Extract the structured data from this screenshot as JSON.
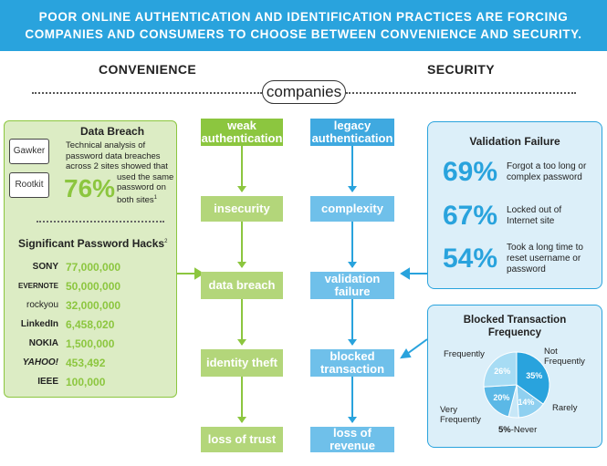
{
  "banner": {
    "line1": "POOR ONLINE AUTHENTICATION AND IDENTIFICATION PRACTICES ARE FORCING",
    "line2": "COMPANIES AND CONSUMERS TO CHOOSE BETWEEN CONVENIENCE AND SECURITY."
  },
  "headings": {
    "convenience": "CONVENIENCE",
    "security": "SECURITY",
    "center": "companies"
  },
  "data_breach": {
    "title": "Data Breach",
    "sites": [
      "Gawker",
      "Rootkit"
    ],
    "text": "Technical analysis of password data breaches across 2 sites showed that used the same password on both sites",
    "text_lines": [
      "Technical analysis of",
      "password data breaches",
      "across 2 sites showed that",
      "used the same",
      "password on",
      "both sites"
    ],
    "footnote": "1",
    "pct": "76%"
  },
  "hacks": {
    "title": "Significant Password Hacks",
    "footnote": "2",
    "items": [
      {
        "company": "SONY",
        "value": "77,000,000"
      },
      {
        "company": "EVERNOTE",
        "value": "50,000,000"
      },
      {
        "company": "rockyou",
        "value": "32,000,000"
      },
      {
        "company": "LinkedIn",
        "value": "6,458,020"
      },
      {
        "company": "NOKIA",
        "value": "1,500,000"
      },
      {
        "company": "YAHOO!",
        "value": "453,492"
      },
      {
        "company": "IEEE",
        "value": "100,000"
      }
    ]
  },
  "flow_convenience": [
    "weak authentication",
    "insecurity",
    "data breach",
    "identity theft",
    "loss of trust"
  ],
  "flow_convenience_lines": [
    [
      "weak",
      "authentication"
    ],
    [
      "insecurity"
    ],
    [
      "data breach"
    ],
    [
      "identity theft"
    ],
    [
      "loss of trust"
    ]
  ],
  "flow_security_lines": [
    [
      "legacy",
      "authentication"
    ],
    [
      "complexity"
    ],
    [
      "validation",
      "failure"
    ],
    [
      "blocked",
      "transaction"
    ],
    [
      "loss of revenue"
    ]
  ],
  "validation": {
    "title": "Validation Failure",
    "stats": [
      {
        "pct": "69%",
        "lines": [
          "Forgot a too long or",
          "complex password"
        ]
      },
      {
        "pct": "67%",
        "lines": [
          "Locked out of",
          "Internet site"
        ]
      },
      {
        "pct": "54%",
        "lines": [
          "Took a long time to",
          "reset username or",
          "password"
        ]
      }
    ]
  },
  "blocked": {
    "title_lines": [
      "Blocked Transaction",
      "Frequency"
    ]
  },
  "chart_data": {
    "type": "pie",
    "title": "Blocked Transaction Frequency",
    "slices": [
      {
        "label": "Not Frequently",
        "value": 35,
        "pct_label": "35%",
        "color": "#29a3dd"
      },
      {
        "label": "Rarely",
        "value": 14,
        "pct_label": "14%",
        "color": "#8fd0f0"
      },
      {
        "label": "Never",
        "value": 5,
        "pct_label": "5%",
        "color": "#c7e7f7"
      },
      {
        "label": "Very Frequently",
        "value": 20,
        "pct_label": "20%",
        "color": "#5bb8e6"
      },
      {
        "label": "Frequently",
        "value": 26,
        "pct_label": "26%",
        "color": "#a7dcf4"
      }
    ],
    "outside_labels": {
      "frequently": "Frequently",
      "not_frequently_lines": [
        "Not",
        "Frequently"
      ],
      "rarely": "Rarely",
      "very_frequently_lines": [
        "Very",
        "Frequently"
      ],
      "never_pct": "5%",
      "never_text": "-Never"
    }
  },
  "colors": {
    "blue": "#29a3dd",
    "green": "#8cc63f"
  }
}
